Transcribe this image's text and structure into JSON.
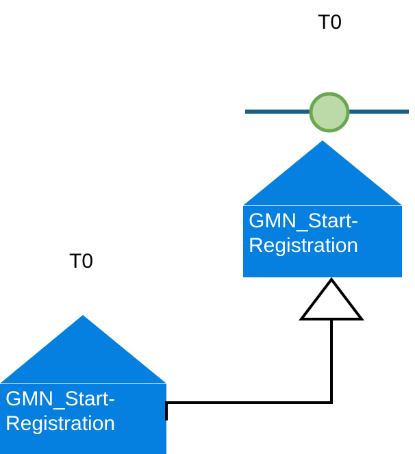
{
  "diagram": {
    "background": "#ffffff",
    "node_fill": "#0680e0",
    "node_text_color": "#ffffff",
    "line_color": "#1a5f8a",
    "circle_fill": "#bcd9a8",
    "circle_stroke": "#6aa84f",
    "arrow_stroke": "#000000",
    "arrow_fill": "#ffffff"
  },
  "nodes": [
    {
      "id": "target-node",
      "time_label": "T0",
      "title_line1": "GMN_Start-",
      "title_line2": "Registration"
    },
    {
      "id": "source-node",
      "time_label": "T0",
      "title_line1": "GMN_Start-",
      "title_line2": "Registration"
    }
  ]
}
